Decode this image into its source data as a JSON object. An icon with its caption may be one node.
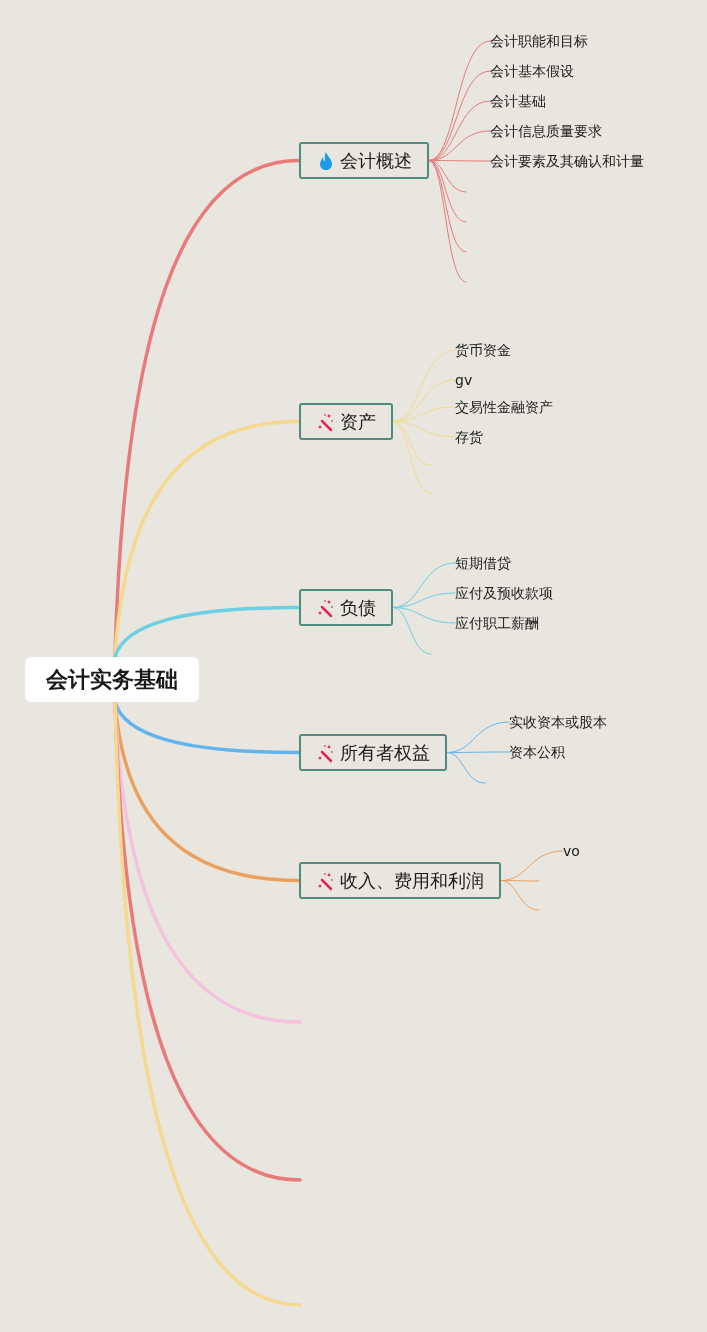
{
  "diagram": {
    "nodes": [
      {
        "text": [
          "会计实务基础"
        ]
      },
      {
        "text": [
          "会计概述"
        ]
      },
      {
        "text": [
          "会计职能和目标"
        ]
      },
      {
        "text": [
          "会计基本假设"
        ]
      },
      {
        "text": [
          "会计基础"
        ]
      },
      {
        "text": [
          "会计信息质量要求"
        ]
      },
      {
        "text": [
          "会计要素及其确认和计量"
        ]
      },
      {
        "text": [
          "资产"
        ]
      },
      {
        "text": [
          "货币资金"
        ]
      },
      {
        "text": [
          "gv"
        ]
      },
      {
        "text": [
          "交易性金融资产"
        ]
      },
      {
        "text": [
          "存货"
        ]
      },
      {
        "text": [
          "负债"
        ]
      },
      {
        "text": [
          "短期借贷"
        ]
      },
      {
        "text": [
          "应付及预收款项"
        ]
      },
      {
        "text": [
          "应付职工薪酬"
        ]
      },
      {
        "text": [
          "所有者权益"
        ]
      },
      {
        "text": [
          "实收资本或股本"
        ]
      },
      {
        "text": [
          "资本公积"
        ]
      },
      {
        "text": [
          "收入、费用和利润"
        ]
      },
      {
        "text": [
          "vo"
        ]
      }
    ],
    "edges": [
      {
        "from": 0,
        "to": 1,
        "arrow": "none",
        "style": "thick",
        "color": "#e87a7a"
      },
      {
        "from": 0,
        "to": 7,
        "arrow": "none",
        "style": "thick",
        "color": "#f5d98e"
      },
      {
        "from": 0,
        "to": 12,
        "arrow": "none",
        "style": "thick",
        "color": "#6ccfe3"
      },
      {
        "from": 0,
        "to": 16,
        "arrow": "none",
        "style": "thick",
        "color": "#62b4ee"
      },
      {
        "from": 0,
        "to": 19,
        "arrow": "none",
        "style": "thick",
        "color": "#eaa160"
      },
      {
        "from": 0,
        "to": null,
        "arrow": "none",
        "style": "thick",
        "color": "#f4c2dc"
      },
      {
        "from": 0,
        "to": null,
        "arrow": "none",
        "style": "thick",
        "color": "#e87a7a"
      },
      {
        "from": 0,
        "to": null,
        "arrow": "none",
        "style": "thick",
        "color": "#f5d98e"
      },
      {
        "from": 1,
        "to": 2,
        "arrow": "none",
        "color": "#e87a7a"
      },
      {
        "from": 1,
        "to": 3,
        "arrow": "none",
        "color": "#e87a7a"
      },
      {
        "from": 1,
        "to": 4,
        "arrow": "none",
        "color": "#e87a7a"
      },
      {
        "from": 1,
        "to": 5,
        "arrow": "none",
        "color": "#e87a7a"
      },
      {
        "from": 1,
        "to": 6,
        "arrow": "none",
        "color": "#e87a7a"
      },
      {
        "from": 1,
        "to": null,
        "arrow": "none",
        "color": "#e87a7a"
      },
      {
        "from": 1,
        "to": null,
        "arrow": "none",
        "color": "#e87a7a"
      },
      {
        "from": 1,
        "to": null,
        "arrow": "none",
        "color": "#e87a7a"
      },
      {
        "from": 1,
        "to": null,
        "arrow": "none",
        "color": "#e87a7a"
      },
      {
        "from": 7,
        "to": 8,
        "arrow": "none",
        "color": "#f5d98e"
      },
      {
        "from": 7,
        "to": 9,
        "arrow": "none",
        "color": "#f5d98e"
      },
      {
        "from": 7,
        "to": 10,
        "arrow": "none",
        "color": "#f5d98e"
      },
      {
        "from": 7,
        "to": 11,
        "arrow": "none",
        "color": "#f5d98e"
      },
      {
        "from": 7,
        "to": null,
        "arrow": "none",
        "color": "#f5d98e"
      },
      {
        "from": 7,
        "to": null,
        "arrow": "none",
        "color": "#f5d98e"
      },
      {
        "from": 12,
        "to": 13,
        "arrow": "none",
        "color": "#6ccfe3"
      },
      {
        "from": 12,
        "to": 14,
        "arrow": "none",
        "color": "#6ccfe3"
      },
      {
        "from": 12,
        "to": 15,
        "arrow": "none",
        "color": "#6ccfe3"
      },
      {
        "from": 12,
        "to": null,
        "arrow": "none",
        "color": "#6ccfe3"
      },
      {
        "from": 16,
        "to": 17,
        "arrow": "none",
        "color": "#62b4ee"
      },
      {
        "from": 16,
        "to": 18,
        "arrow": "none",
        "color": "#62b4ee"
      },
      {
        "from": 16,
        "to": null,
        "arrow": "none",
        "color": "#62b4ee"
      },
      {
        "from": 19,
        "to": 20,
        "arrow": "none",
        "color": "#eaa160"
      },
      {
        "from": 19,
        "to": null,
        "arrow": "none",
        "color": "#eaa160"
      },
      {
        "from": 19,
        "to": null,
        "arrow": "none",
        "color": "#eaa160"
      }
    ]
  }
}
